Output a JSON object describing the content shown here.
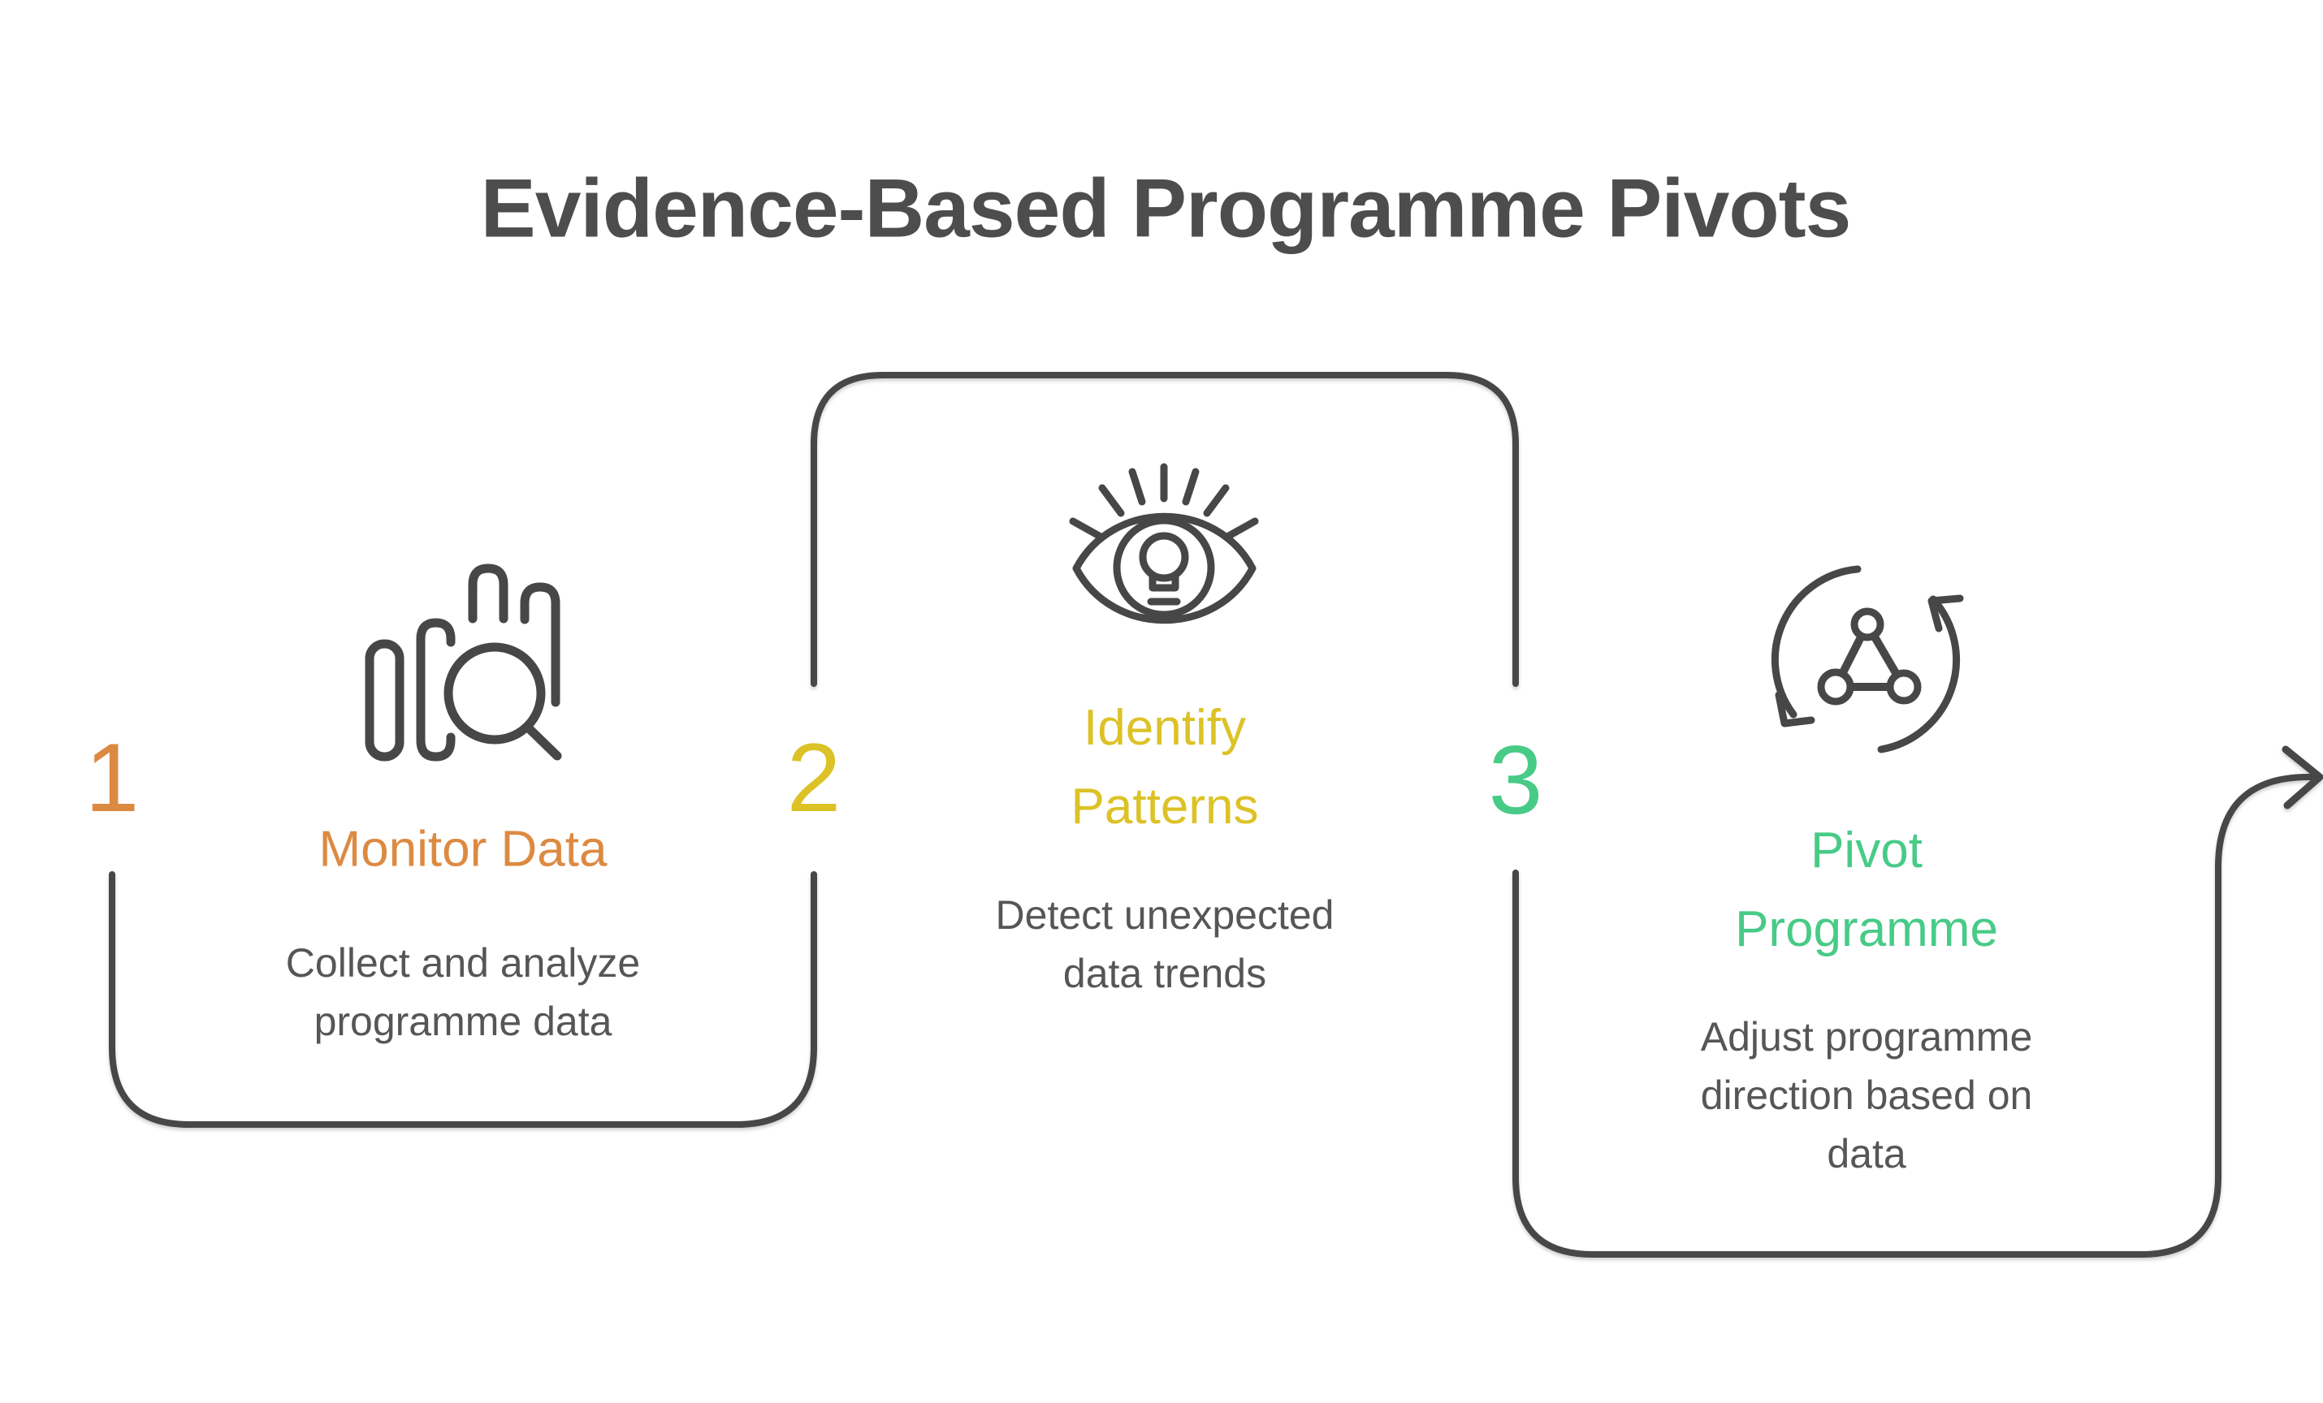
{
  "title": "Evidence-Based Programme Pivots",
  "colors": {
    "title_gray": "#4D4D4D",
    "line_gray": "#474747",
    "description_gray": "#565656",
    "step1_orange": "#DC8A42",
    "step2_yellow": "#DCC226",
    "step3_green": "#47CB87",
    "background": "#FFFFFF"
  },
  "steps": [
    {
      "number": "1",
      "title": "Monitor Data",
      "description": "Collect and analyze\nprogramme data",
      "icon": "bar-chart-magnifier-icon",
      "color": "#DC8A42"
    },
    {
      "number": "2",
      "title": "Identify\nPatterns",
      "description": "Detect unexpected\ndata trends",
      "icon": "eye-insight-icon",
      "color": "#DCC226"
    },
    {
      "number": "3",
      "title": "Pivot\nProgramme",
      "description": "Adjust programme\ndirection based on\ndata",
      "icon": "cycle-network-icon",
      "color": "#47CB87"
    }
  ],
  "flow": {
    "order": [
      "1",
      "2",
      "3"
    ],
    "end_arrow": true
  }
}
